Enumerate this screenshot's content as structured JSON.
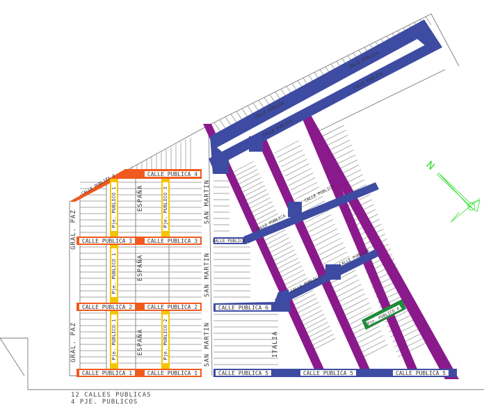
{
  "colors": {
    "background": "#ffffff",
    "lot_line": "#8a8a8a",
    "orange_street": "#f05a1e",
    "yellow_passage": "#f5c400",
    "blue_street": "#3d4ba2",
    "purple_street": "#8a1a8c",
    "green_passage": "#1f8a3a",
    "north_arrow": "#22dd22"
  },
  "streets": {
    "calle_publica_1": "CALLE PUBLICA 1",
    "calle_publica_2": "CALLE PUBLICA 2",
    "calle_publica_3": "CALLE PUBLICA 3",
    "calle_publica_4": "CALLE PUBLICA 4",
    "calle_publica_5": "CALLE PUBLICA 5",
    "calle_publica_6": "CALLE PUBLICA 6",
    "calle_publica_short": "CALLE PUBLICA",
    "gral_paz": "GRAL. PAZ",
    "espana": "ESPAÑA",
    "san_martin": "SAN MARTIN",
    "italia": "ITALIA",
    "pje_publico_1": "Pje. PUBLICO 1",
    "pje_publico_2": "Pje. PUBLICO 2",
    "pje_publico_3": "Pje. PUBLICO 3",
    "pje_publico_4": "Pje. PUBLICO 4"
  },
  "north_label": "N",
  "notes": {
    "line1": "12 CALLES PUBLICAS",
    "line2": "4 PJE. PUBLICOS"
  }
}
